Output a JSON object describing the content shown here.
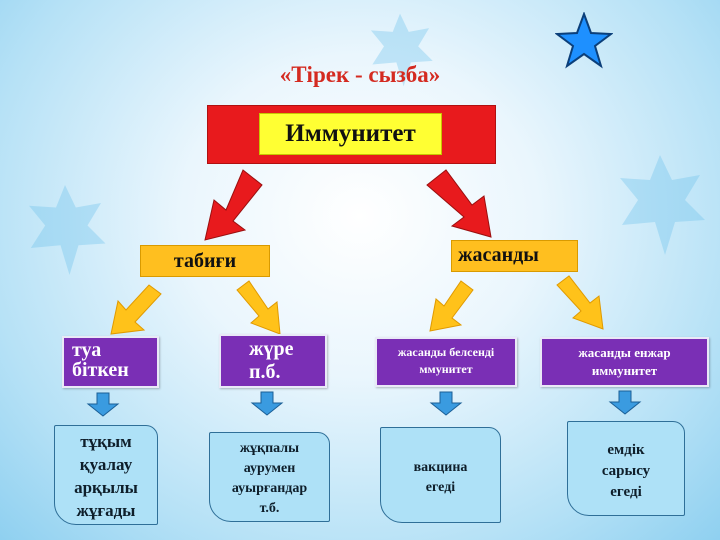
{
  "title": "«Тірек - сызба»",
  "root": "Иммунитет",
  "branches": {
    "left": "табиғи",
    "right": "жасанды"
  },
  "types": [
    {
      "lines": [
        "туа",
        "біткен"
      ]
    },
    {
      "lines": [
        "жүре",
        "п.б."
      ]
    },
    {
      "lines": [
        "жасанды белсенді",
        "ммунитет"
      ]
    },
    {
      "lines": [
        "жасанды енжар",
        "иммунитет"
      ]
    }
  ],
  "sources": [
    {
      "lines": [
        "тұқым",
        "қуалау",
        "арқылы",
        "жұғады"
      ]
    },
    {
      "lines": [
        "жұқпалы",
        "аурумен",
        "ауырғандар",
        "т.б."
      ]
    },
    {
      "lines": [
        "вакцина",
        "егеді"
      ]
    },
    {
      "lines": [
        "емдік",
        "сарысу",
        "егеді"
      ]
    }
  ],
  "colors": {
    "title": "#d42a20",
    "root_outer": "#e81a1d",
    "root_inner": "#ffff33",
    "branch": "#ffbf1f",
    "type_box": "#7a2fb5",
    "source_box": "#aee1f7",
    "arrow_red": "#e81a1d",
    "arrow_yellow": "#ffc21a",
    "arrow_blue": "#3a9be0",
    "star": "#1e90ff"
  },
  "icons": [
    "star-icon",
    "leaf-icon"
  ]
}
